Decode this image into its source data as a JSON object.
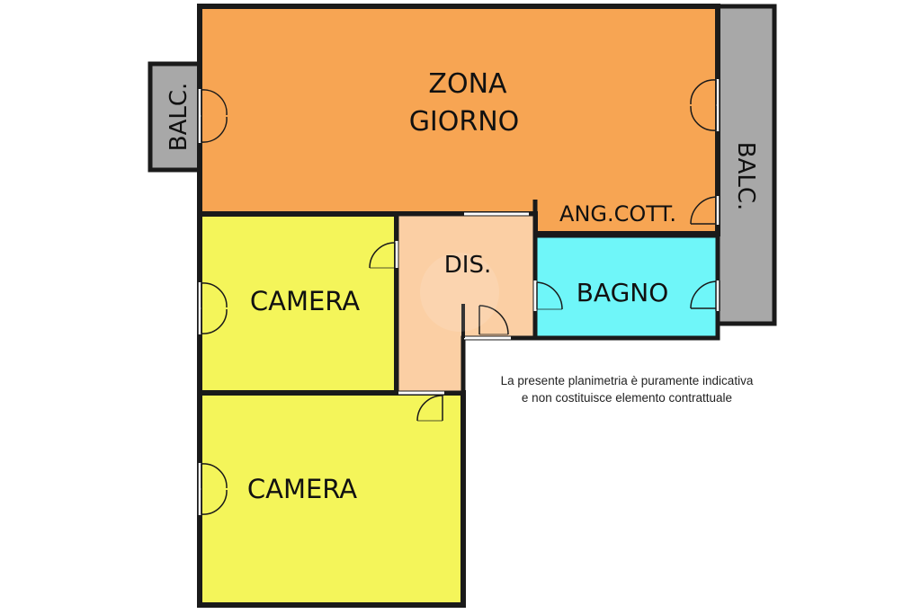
{
  "plan": {
    "colors": {
      "zona_giorno": "#F7A553",
      "camera": "#F4F55A",
      "disimpegno": "#FBCFA4",
      "bagno": "#6FF6F9",
      "balcone": "#A8A8A8",
      "wall": "#1A1A1A"
    },
    "rooms": {
      "zona_giorno_line1": "ZONA",
      "zona_giorno_line2": "GIORNO",
      "angolo_cottura": "ANG.COTT.",
      "disimpegno": "DIS.",
      "bagno": "BAGNO",
      "camera_1": "CAMERA",
      "camera_2": "CAMERA",
      "balcone_left": "BALC.",
      "balcone_right": "BALC."
    },
    "note": {
      "line1": "La presente planimetria è puramente indicativa",
      "line2": "e non costituisce elemento contrattuale"
    }
  }
}
